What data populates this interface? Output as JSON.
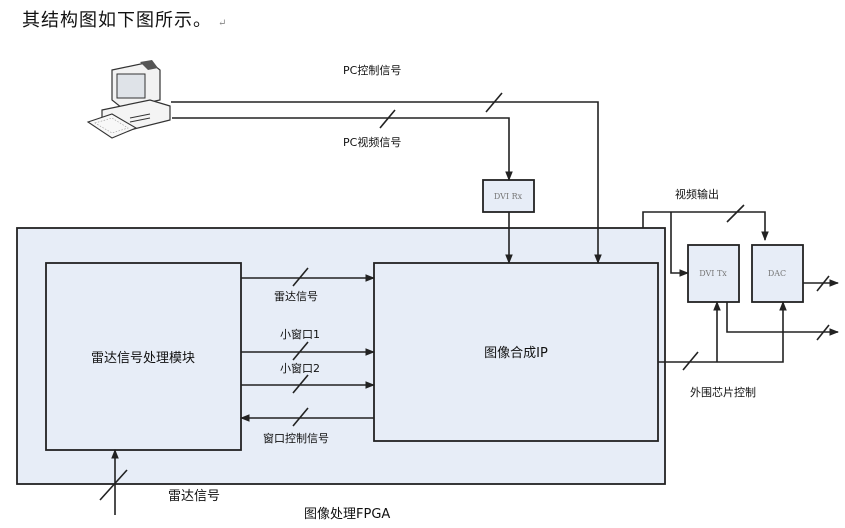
{
  "intro_text": "其结构图如下图所示。",
  "intro_mark": "↵",
  "diagram": {
    "pc": {
      "icon": "computer-icon"
    },
    "signals": {
      "pc_control": "PC控制信号",
      "pc_video": "PC视频信号",
      "video_output": "视频输出",
      "radar_signal_internal": "雷达信号",
      "small_window_1": "小窗口1",
      "small_window_2": "小窗口2",
      "window_control": "窗口控制信号",
      "peripheral_control": "外围芯片控制",
      "radar_signal_input": "雷达信号"
    },
    "blocks": {
      "dvi_rx": "DVI Rx",
      "dvi_tx": "DVI Tx",
      "dac": "DAC",
      "fpga": "图像处理FPGA",
      "radar_module": "雷达信号处理模块",
      "image_ip": "图像合成IP"
    },
    "colors": {
      "block_fill": "#e7edf7",
      "line": "#222222"
    }
  }
}
